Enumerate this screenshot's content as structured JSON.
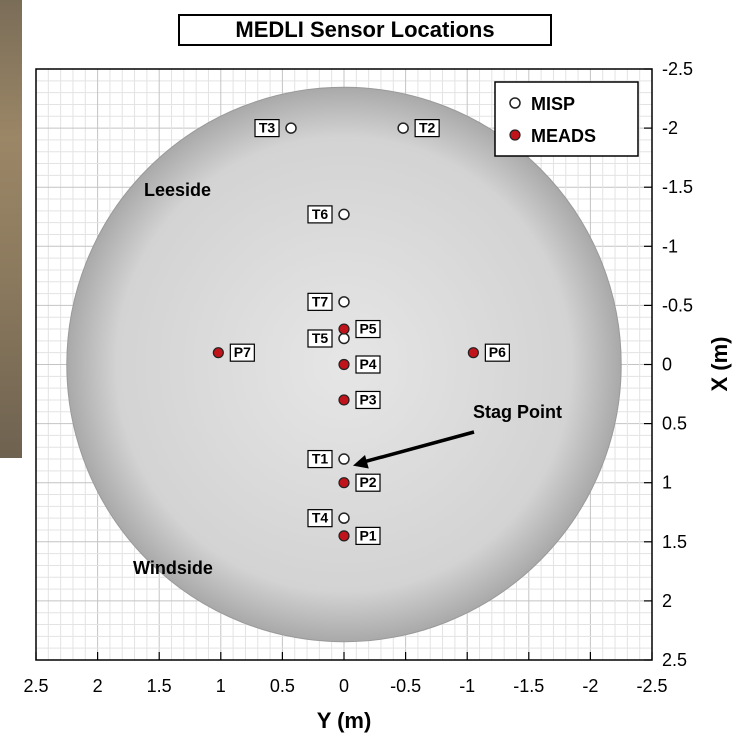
{
  "chart_data": {
    "type": "scatter",
    "title": "MEDLI Sensor Locations",
    "xlabel": "Y (m)",
    "ylabel": "X (m)",
    "xlim": [
      2.5,
      -2.5
    ],
    "ylim": [
      -2.5,
      2.5
    ],
    "x_ticks": [
      "2.5",
      "2",
      "1.5",
      "1",
      "0.5",
      "0",
      "-0.5",
      "-1",
      "-1.5",
      "-2",
      "-2.5"
    ],
    "y_ticks": [
      "-2.5",
      "-2",
      "-1.5",
      "-1",
      "-0.5",
      "0",
      "0.5",
      "1",
      "1.5",
      "2",
      "2.5"
    ],
    "grid": true,
    "legend_position": "top-right",
    "heatshield_radius": 2.25,
    "series": [
      {
        "name": "MISP",
        "color": "#ffffff",
        "points": [
          {
            "label": "T1",
            "y": 0.0,
            "x": 0.8
          },
          {
            "label": "T2",
            "y": -0.48,
            "x": -2.0
          },
          {
            "label": "T3",
            "y": 0.43,
            "x": -2.0
          },
          {
            "label": "T4",
            "y": 0.0,
            "x": 1.3
          },
          {
            "label": "T5",
            "y": 0.0,
            "x": -0.22
          },
          {
            "label": "T6",
            "y": 0.0,
            "x": -1.27
          },
          {
            "label": "T7",
            "y": 0.0,
            "x": -0.53
          }
        ]
      },
      {
        "name": "MEADS",
        "color": "#c0131a",
        "points": [
          {
            "label": "P1",
            "y": 0.0,
            "x": 1.45
          },
          {
            "label": "P2",
            "y": 0.0,
            "x": 1.0
          },
          {
            "label": "P3",
            "y": 0.0,
            "x": 0.3
          },
          {
            "label": "P4",
            "y": 0.0,
            "x": 0.0
          },
          {
            "label": "P5",
            "y": 0.0,
            "x": -0.3
          },
          {
            "label": "P6",
            "y": -1.05,
            "x": -0.1
          },
          {
            "label": "P7",
            "y": 1.02,
            "x": -0.1
          }
        ]
      }
    ],
    "annotations": [
      {
        "text": "Stag Point",
        "y": 0.0,
        "x": 0.83
      },
      {
        "text": "Leeside"
      },
      {
        "text": "Windside"
      }
    ]
  }
}
